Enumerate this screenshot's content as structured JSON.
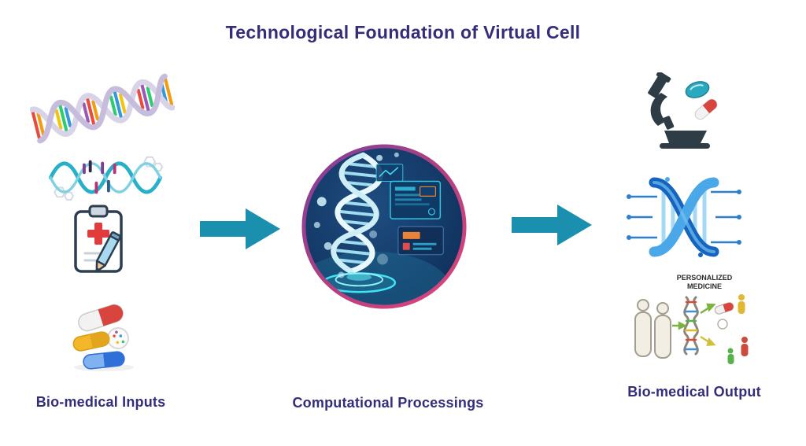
{
  "title": "Technological Foundation of Virtual Cell",
  "labels": {
    "inputs": "Bio-medical Inputs",
    "processing": "Computational Processings",
    "outputs": "Bio-medical Output"
  },
  "personalized_medicine": {
    "line1": "PERSONALIZED",
    "line2": "MEDICINE"
  },
  "icons": {
    "inputs": [
      "dna-helix-icon",
      "dna-sequence-wave-icon",
      "medical-clipboard-icon",
      "pills-icon"
    ],
    "processing": "virtual-cell-illustration",
    "outputs": [
      "microscope-pills-icon",
      "dna-circuit-icon",
      "personalized-medicine-icon"
    ]
  },
  "colors": {
    "title_text": "#332d7b",
    "label_text": "#332d7b",
    "arrow": "#1a8fae",
    "ring_gradient_start": "#7b3f9e",
    "ring_gradient_end": "#e0457b",
    "cell_background": "#123763",
    "background": "#ffffff"
  }
}
